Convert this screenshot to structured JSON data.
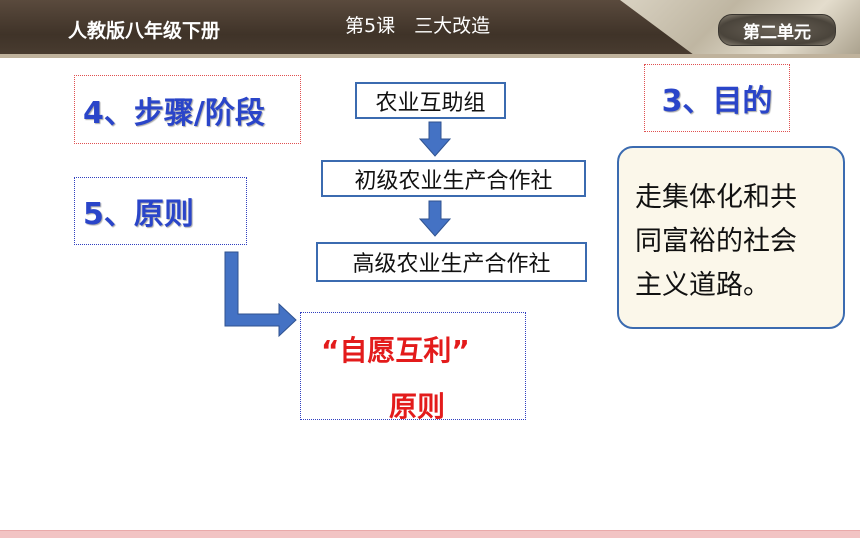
{
  "header": {
    "book_title": "人教版八年级下册",
    "lesson_title": "第5课　三大改造",
    "unit_badge": "第二单元"
  },
  "labels": {
    "steps": "4、步骤/阶段",
    "principle": "5、原则",
    "purpose": "3、目的"
  },
  "flow": {
    "step1": "农业互助组",
    "step2": "初级农业生产合作社",
    "step3": "高级农业生产合作社"
  },
  "purpose_text": {
    "line1": "走集体化和共",
    "line2": "同富裕的社会",
    "line3": "主义道路。"
  },
  "principle_result": {
    "quote": "“自愿互利”",
    "word": "原则"
  },
  "colors": {
    "label_blue": "#2a45c9",
    "accent_red": "#e31b1b",
    "arrow_blue": "#4472c4",
    "header_brown": "#4a3d31"
  }
}
